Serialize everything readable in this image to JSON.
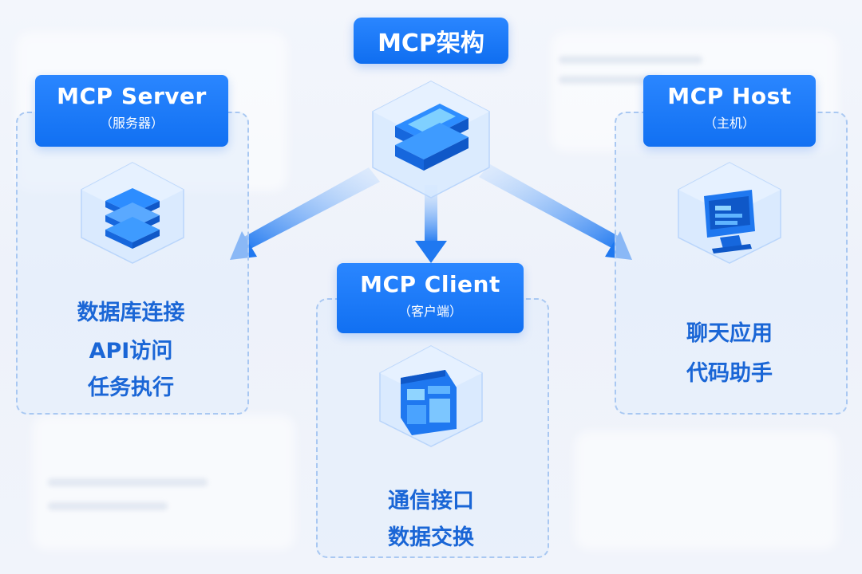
{
  "title": "MCP架构",
  "colors": {
    "accent": "#1170f2",
    "feature_text": "#1a66d6",
    "panel_border": "#a9c8f2"
  },
  "server": {
    "title": "MCP Server",
    "subtitle": "（服务器）",
    "icon": "server-stack-icon",
    "features": [
      "数据库连接",
      "API访问",
      "任务执行"
    ]
  },
  "client": {
    "title": "MCP Client",
    "subtitle": "（客户端）",
    "icon": "dashboard-window-icon",
    "features": [
      "通信接口",
      "数据交换"
    ]
  },
  "host": {
    "title": "MCP Host",
    "subtitle": "（主机）",
    "icon": "monitor-icon",
    "features": [
      "聊天应用",
      "代码助手"
    ]
  },
  "center_icon": "server-cube-icon"
}
